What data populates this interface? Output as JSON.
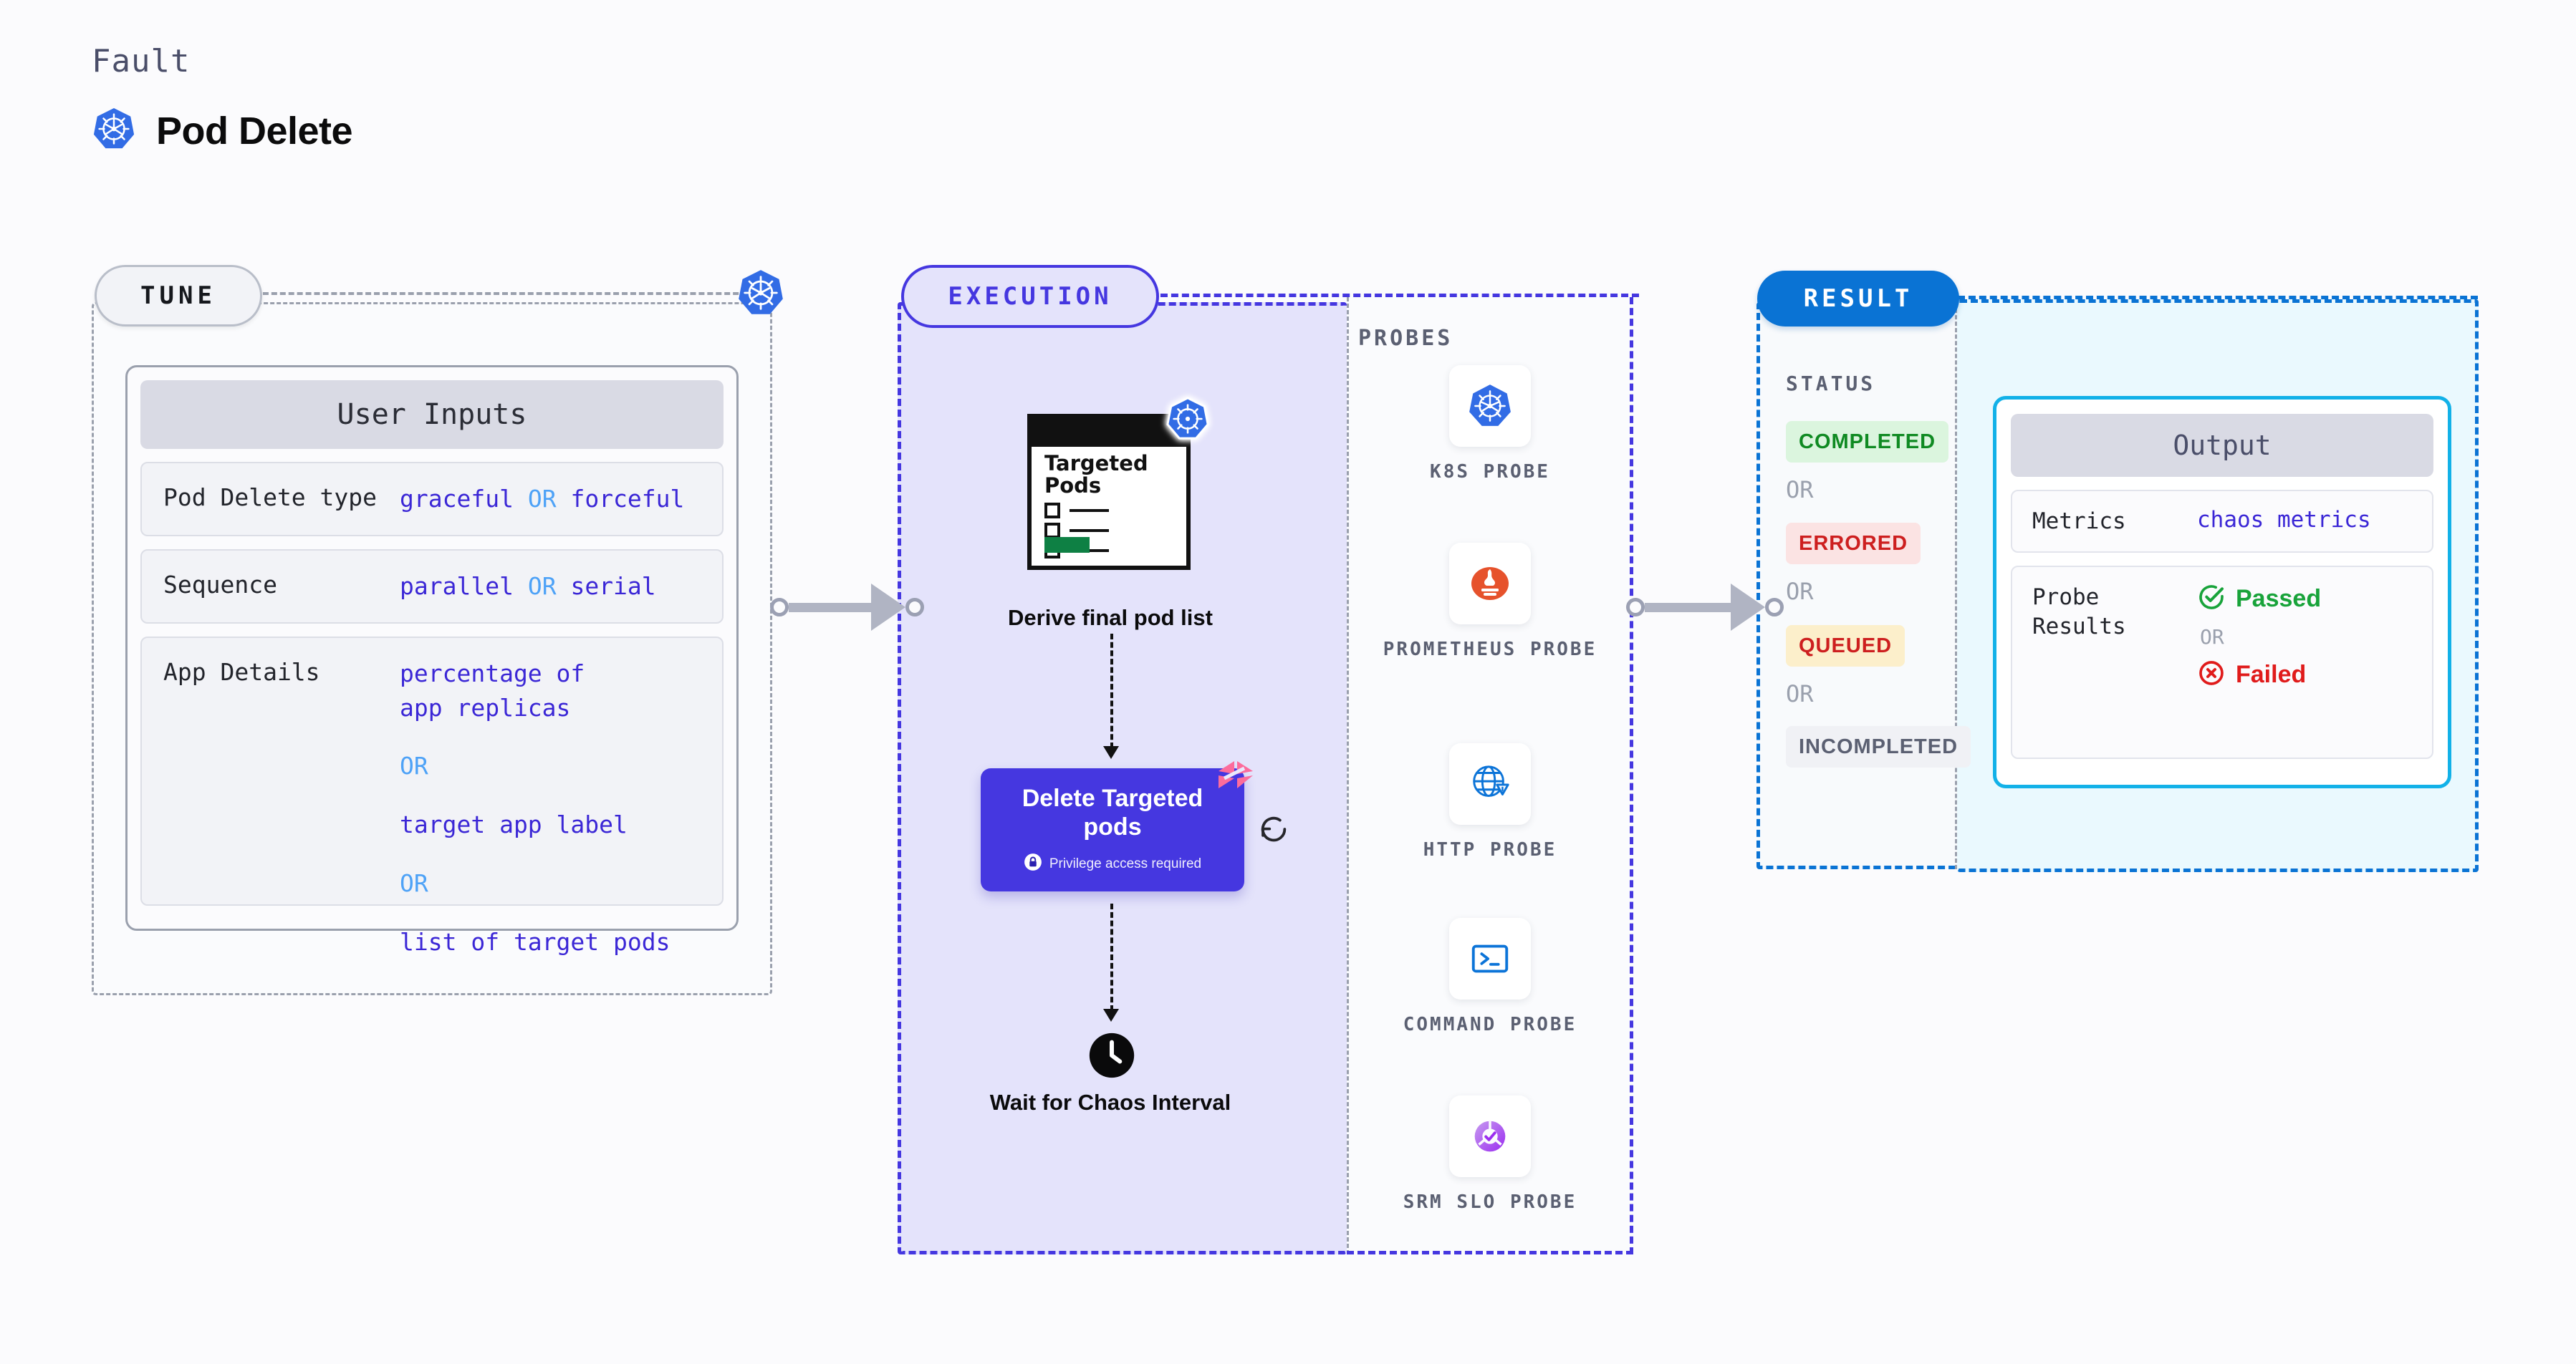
{
  "header": {
    "kicker": "Fault",
    "title": "Pod Delete",
    "icon": "kubernetes-icon"
  },
  "tune": {
    "pill_label": "TUNE",
    "badge_icon": "kubernetes-icon",
    "card": {
      "title": "User Inputs",
      "rows": [
        {
          "label": "Pod Delete type",
          "values": [
            {
              "text": "graceful",
              "type": "value"
            },
            {
              "text": "OR",
              "type": "or"
            },
            {
              "text": "forceful",
              "type": "value"
            }
          ],
          "inline": true
        },
        {
          "label": "Sequence",
          "values": [
            {
              "text": "parallel",
              "type": "value"
            },
            {
              "text": "OR",
              "type": "or"
            },
            {
              "text": "serial",
              "type": "value"
            }
          ],
          "inline": true
        },
        {
          "label": "App Details",
          "values": [
            {
              "text": "percentage of app replicas",
              "type": "value"
            },
            {
              "text": "OR",
              "type": "or"
            },
            {
              "text": "target app label",
              "type": "value"
            },
            {
              "text": "OR",
              "type": "or"
            },
            {
              "text": "list of target pods",
              "type": "value"
            }
          ],
          "inline": false
        }
      ]
    }
  },
  "execution": {
    "pill_label": "EXECUTION",
    "derive": {
      "card_title": "Targeted Pods",
      "badge_icon": "kubernetes-icon",
      "caption": "Derive final pod list"
    },
    "delete_node": {
      "title": "Delete Targeted pods",
      "privilege_label": "Privilege access required",
      "lock_icon": "lock-icon",
      "brand_icon": "harness-logo-icon",
      "retry_icon": "retry-icon"
    },
    "wait": {
      "icon": "clock-icon",
      "caption": "Wait for Chaos Interval"
    }
  },
  "probes": {
    "section_label": "PROBES",
    "items": [
      {
        "label": "K8S PROBE",
        "icon": "kubernetes-icon"
      },
      {
        "label": "PROMETHEUS PROBE",
        "icon": "prometheus-icon"
      },
      {
        "label": "HTTP PROBE",
        "icon": "globe-warning-icon"
      },
      {
        "label": "COMMAND PROBE",
        "icon": "terminal-icon"
      },
      {
        "label": "SRM SLO PROBE",
        "icon": "srm-slo-icon"
      }
    ]
  },
  "result": {
    "pill_label": "RESULT",
    "status_label": "STATUS",
    "or_label": "OR",
    "statuses": [
      {
        "label": "COMPLETED",
        "bg": "#dbf5de",
        "fg": "#0f8a22"
      },
      {
        "label": "ERRORED",
        "bg": "#fbe3e3",
        "fg": "#cd1f1f"
      },
      {
        "label": "QUEUED",
        "bg": "#fcefcb",
        "fg": "#cd1f1f"
      },
      {
        "label": "INCOMPLETED",
        "bg": "#f0f1f5",
        "fg": "#5b6072"
      }
    ],
    "output": {
      "title": "Output",
      "metrics_label": "Metrics",
      "metrics_value": "chaos metrics",
      "probe_results_label": "Probe Results",
      "passed_label": "Passed",
      "failed_label": "Failed",
      "or_label": "OR",
      "passed_icon": "check-circle-icon",
      "failed_icon": "x-circle-icon"
    }
  },
  "colors": {
    "tune_border": "#9aa0ad",
    "execution_accent": "#4537e0",
    "result_accent": "#0a73d4",
    "output_accent": "#12b1e8",
    "value_text": "#3b27d6",
    "or_text": "#4ea2f7",
    "passed": "#18a33a",
    "failed": "#e01b1b"
  }
}
